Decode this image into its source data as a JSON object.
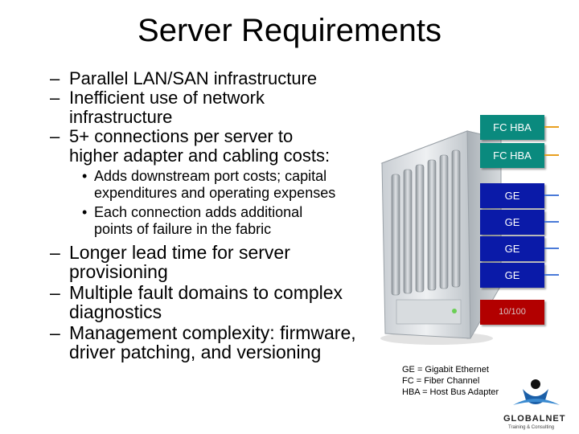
{
  "slide": {
    "title": "Server Requirements",
    "bullets": [
      {
        "level": 1,
        "marker": "–",
        "lines": [
          "Parallel LAN/SAN infrastructure"
        ]
      },
      {
        "level": 1,
        "marker": "–",
        "lines": [
          "Inefficient use of network",
          "infrastructure"
        ]
      },
      {
        "level": 1,
        "marker": "–",
        "lines": [
          "5+ connections per server to",
          "higher adapter and cabling costs:"
        ]
      },
      {
        "level": 2,
        "marker": "•",
        "lines": [
          "Adds downstream port costs; capital",
          "expenditures and operating expenses"
        ]
      },
      {
        "level": 2,
        "marker": "•",
        "lines": [
          "Each connection adds additional",
          "points of failure in the fabric"
        ]
      },
      {
        "level": 1,
        "marker": "–",
        "lines": [
          "Longer lead time for server",
          "provisioning"
        ]
      },
      {
        "level": 1,
        "marker": "–",
        "lines": [
          "Multiple fault domains to complex",
          "diagnostics"
        ]
      },
      {
        "level": 1,
        "marker": "–",
        "lines": [
          "Management complexity: firmware,",
          "driver patching, and versioning"
        ]
      }
    ]
  },
  "diagram": {
    "ports": [
      {
        "label": "FC HBA",
        "kind": "fc"
      },
      {
        "label": "FC HBA",
        "kind": "fc"
      },
      {
        "label": "GE",
        "kind": "ge"
      },
      {
        "label": "GE",
        "kind": "ge"
      },
      {
        "label": "GE",
        "kind": "ge"
      },
      {
        "label": "GE",
        "kind": "ge"
      },
      {
        "label": "10/100",
        "kind": "eth"
      }
    ],
    "colors": {
      "fc": "#0a8a7e",
      "ge": "#0a1aa8",
      "eth": "#b20000",
      "cable_fc": "#e8a020",
      "cable_ge": "#4a7ad8"
    },
    "legend": [
      "GE = Gigabit Ethernet",
      "FC = Fiber Channel",
      "HBA = Host Bus Adapter"
    ]
  },
  "logo": {
    "text": "GLOBALNET",
    "tagline": "Training & Consulting"
  }
}
